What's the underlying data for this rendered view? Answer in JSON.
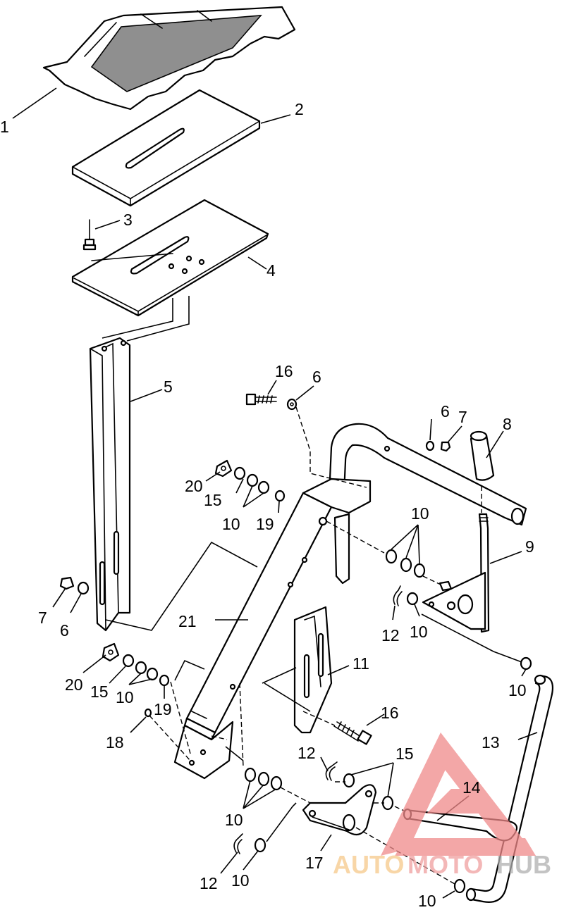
{
  "callouts": {
    "c1": "1",
    "c2": "2",
    "c3": "3",
    "c4": "4",
    "c5": "5",
    "c16a": "16",
    "c6a": "6",
    "c6b": "6",
    "c7a": "7",
    "c8": "8",
    "c20a": "20",
    "c15a": "15",
    "c10a": "10",
    "c19a": "19",
    "c10b": "10",
    "c9": "9",
    "c7b": "7",
    "c6c": "6",
    "c12a": "12",
    "c10c": "10",
    "c21": "21",
    "c11": "11",
    "c20b": "20",
    "c15b": "15",
    "c10d": "10",
    "c19b": "19",
    "c10e": "10",
    "c18": "18",
    "c16b": "16",
    "c13": "13",
    "c12b": "12",
    "c15c": "15",
    "c14": "14",
    "c10f": "10",
    "c17": "17",
    "c12c": "12",
    "c10g": "10",
    "c10h": "10"
  },
  "watermark": {
    "text_a": "AUTO",
    "text_b": "MOTO",
    "text_c": "HUB",
    "color_a": "#f6c98a",
    "color_b": "#f0a0a0",
    "color_c": "#b0b0b0",
    "logo_color": "#f08a8a"
  }
}
